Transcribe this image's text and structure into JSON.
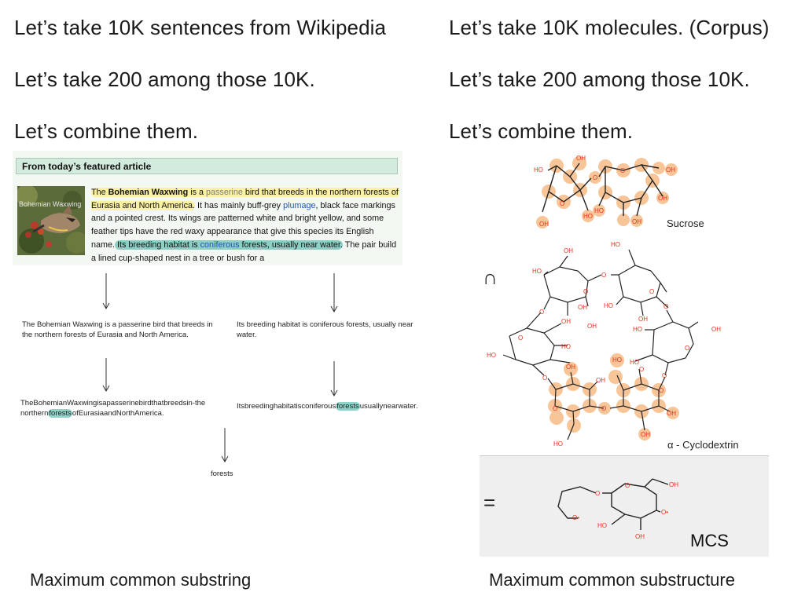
{
  "left": {
    "lines": [
      "Let’s take 10K sentences from Wikipedia",
      "Let’s take 200 among those 10K.",
      "Let’s combine them."
    ],
    "wiki": {
      "header": "From today’s featured article",
      "image_overlay": "Bohemian Waxwing",
      "text": {
        "p1a": "The ",
        "p1b": "Bohemian Waxwing",
        "p1c": " is a ",
        "p1d": "passerine",
        "p1e": " bird that breeds in the northern forests of Eurasia and North America.",
        "p2a": " It has mainly buff-grey ",
        "p2b": "plumage",
        "p2c": ", black face markings and a pointed crest. Its wings are patterned white and bright yellow, and some feather tips have the red waxy appearance that give this species its English name.",
        "p3a": " Its breeding habitat is ",
        "p3b": "coniferous",
        "p3c": " forests, usually near water.",
        "p4": " The pair build a lined cup-shaped nest in a tree or bush for a"
      }
    },
    "sentence1": "The Bohemian Waxwing is a passerine bird that breeds in the northern forests of Eurasia and North America.",
    "sentence2": "Its breeding habitat is coniferous forests, usually near water.",
    "joined1": {
      "pre": "TheBohemianWaxwingisapasserinebirdthatbreedsin-thenorthern",
      "hl": "forests",
      "post": "ofEurasiaandNorthAmerica."
    },
    "joined2": {
      "pre": "Itsbreedinghabitatisconiferous",
      "hl": "forests",
      "post": "usuallynearwater."
    },
    "result": "forests",
    "caption": "Maximum common substring"
  },
  "right": {
    "lines": [
      "Let’s take 10K molecules. (Corpus)",
      "Let’s take 200 among those 10K.",
      "Let’s combine them."
    ],
    "sucrose_label": "Sucrose",
    "intersect_symbol": "∩",
    "cyclodextrin_label": "α - Cyclodextrin",
    "equals_symbol": "=",
    "mcs_label": "MCS",
    "caption": "Maximum common substructure",
    "atom_labels": {
      "oh": "OH",
      "ho": "HO",
      "o": "O",
      "o_radical": "O•"
    }
  },
  "colors": {
    "oxygen": "#e8321e",
    "highlight_orange": "#f7c597",
    "highlight_teal": "#8ccfc5",
    "highlight_yellow": "#fbf1a3"
  }
}
